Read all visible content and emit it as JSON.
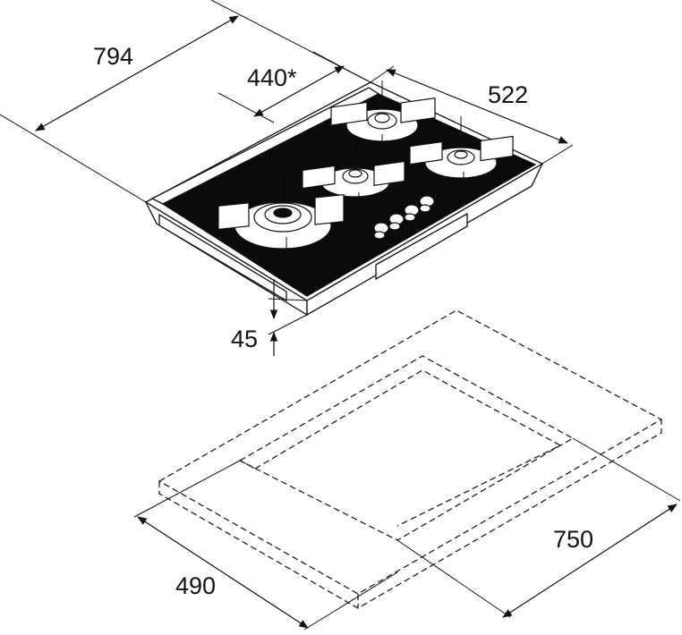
{
  "dimensions": {
    "width_overall": "794",
    "width_cutout_ref": "440*",
    "depth_overall": "522",
    "height": "45",
    "cutout_width": "750",
    "cutout_depth": "490"
  }
}
